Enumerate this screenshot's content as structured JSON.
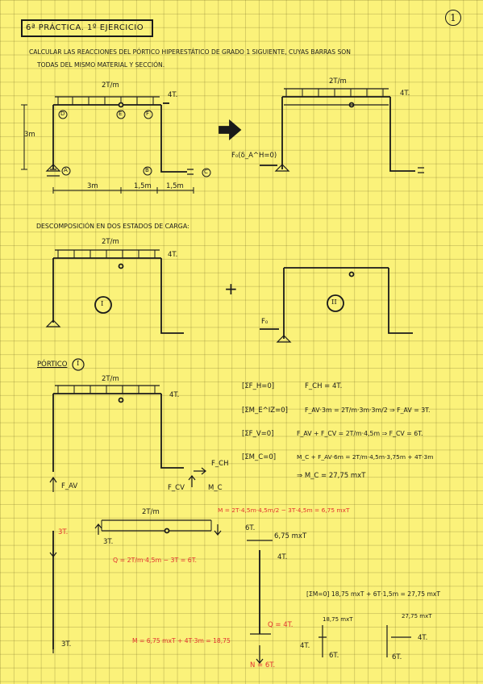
{
  "page_number": "1",
  "title": "6ª PRÁCTICA. 1º EJERCICIO",
  "statement": [
    "CALCULAR LAS REACCIONES DEL PÓRTICO HIPERESTÁTICO DE GRADO 1 SIGUIENTE, CUYAS BARRAS SON",
    "TODAS DEL MISMO MATERIAL Y SECCIÓN."
  ],
  "fig1": {
    "load": "2T/m",
    "point_load": "4T.",
    "height": "3m",
    "span1": "3m",
    "span2": "1,5m",
    "span3": "1,5m",
    "nodes": [
      "D",
      "E",
      "F",
      "A",
      "B",
      "C"
    ]
  },
  "fig2": {
    "load": "2T/m",
    "point_load": "4T.",
    "compat": "F₀(δ_A^H=0)"
  },
  "decomp_title": "DESCOMPOSICIÓN EN DOS ESTADOS DE CARGA:",
  "state1": {
    "load": "2T/m",
    "point_load": "4T.",
    "label": "I"
  },
  "plus": "+",
  "state2": {
    "label": "II",
    "force": "F₀"
  },
  "portico_label": "PÓRTICO",
  "portico_num": "I",
  "frame3": {
    "load": "2T/m",
    "point_load": "4T.",
    "fav": "F_AV",
    "fch": "F_CH",
    "fcv": "F_CV",
    "mc": "M_C"
  },
  "equations": [
    {
      "cond": "[ΣF_H=0]",
      "result": "F_CH = 4T."
    },
    {
      "cond": "[ΣM_E^IZ=0]",
      "result": "F_AV·3m = 2T/m·3m·3m/2 ⇒ F_AV = 3T."
    },
    {
      "cond": "[ΣF_V=0]",
      "result": "F_AV + F_CV = 2T/m·4,5m ⇒ F_CV = 6T."
    },
    {
      "cond": "[ΣM_C=0]",
      "result": "M_C + F_AV·6m = 2T/m·4,5m·3,75m + 4T·3m"
    },
    {
      "cond": "",
      "result": "⇒ M_C = 27,75 mxT"
    }
  ],
  "bottom": {
    "beam_load": "2T/m",
    "moment_eq": "M = 2T·4,5m·4,5m/2 − 3T·4,5m = 6,75 mxT",
    "shear_eq": "Q = 2T/m·4,5m − 3T = 6T.",
    "left_3t_top": "3T.",
    "left_3t_mid": "3T.",
    "left_3t_bottom": "3T.",
    "col_6t": "6T.",
    "col_675": "6,75 mxT",
    "col_4t": "4T.",
    "col_q": "Q = 4T.",
    "col_n": "N = 6T.",
    "col_m": "M = 6,75 mxT + 4T·3m = 18,75",
    "sum_eq": "[ΣM=0]  18,75 mxT + 6T·1,5m = 27,75 mxT",
    "n_1875": "18,75 mxT",
    "n_2775": "27,75 mxT",
    "n_4t_l": "4T.",
    "n_6t_l": "6T.",
    "n_4t_r": "4T.",
    "n_6t_r": "6T."
  }
}
